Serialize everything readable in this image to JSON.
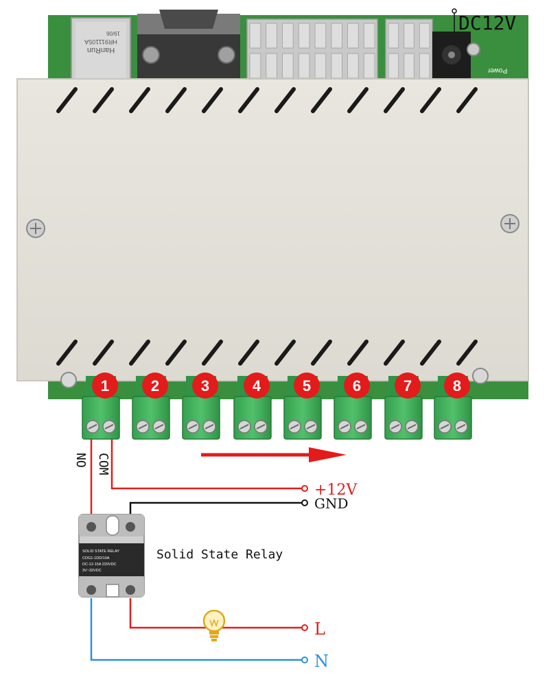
{
  "labels": {
    "power_input": "DC12V",
    "no": "NO",
    "com": "COM",
    "plus12v": "+12V",
    "gnd": "GND",
    "ssr": "Solid State Relay",
    "live": "L",
    "neutral": "N"
  },
  "board": {
    "rj45_text1": "HanRun",
    "rj45_text2": "HR911105A",
    "rj45_text3": "19/06",
    "power_text": "Power"
  },
  "channels": [
    "1",
    "2",
    "3",
    "4",
    "5",
    "6",
    "7",
    "8"
  ],
  "ssr_label": {
    "line1": "SOLID STATE RELAY",
    "line2": "CDG1-1DD/10A",
    "line3": "DC-12-15A 220VDC",
    "line4": "3V~32VDC"
  },
  "colors": {
    "enclosure": "#e3e1d9",
    "badge": "#e31b1b",
    "terminal": "#3fae5a",
    "wire_red": "#e31b1b",
    "wire_black": "#111111",
    "wire_blue": "#2b8ee6",
    "pcb": "#2f8f3a"
  }
}
